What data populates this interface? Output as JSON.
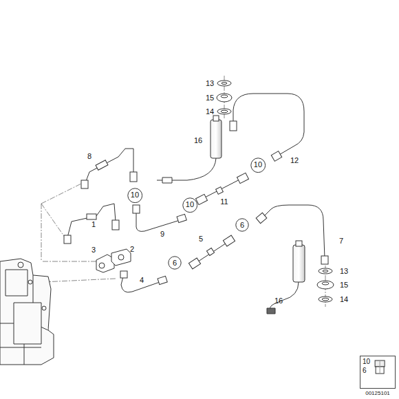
{
  "diagram": {
    "nodes": [
      {
        "text": [
          "10"
        ]
      },
      {
        "text": [
          "10"
        ]
      },
      {
        "text": [
          "6"
        ]
      },
      {
        "text": [
          "10"
        ]
      },
      {
        "text": [
          "6"
        ]
      },
      {
        "text": [
          "10",
          "6"
        ]
      }
    ],
    "labels": [
      "13",
      "15",
      "14",
      "16",
      "8",
      "12",
      "11",
      "1",
      "3",
      "2",
      "9",
      "5",
      "7",
      "4",
      "16",
      "13",
      "15",
      "14",
      "00125101"
    ]
  }
}
